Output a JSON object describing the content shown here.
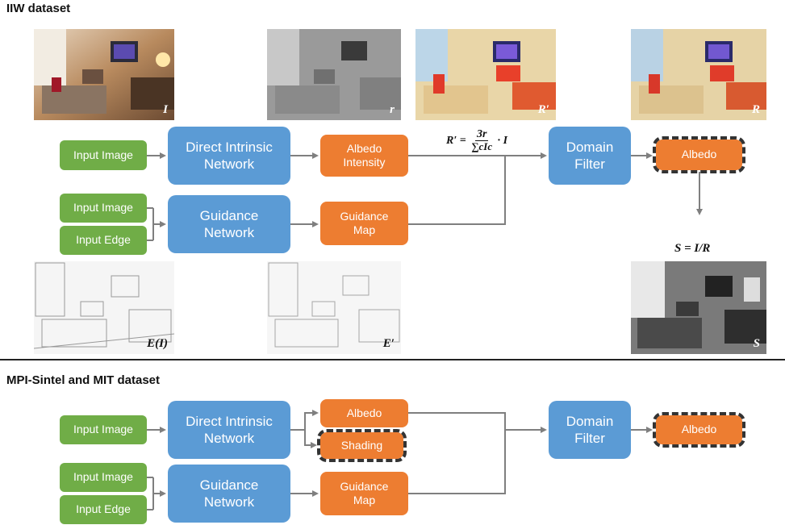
{
  "iiw": {
    "title": "IIW dataset",
    "input_image": "Input Image",
    "input_image_2": "Input Image",
    "input_edge": "Input Edge",
    "direct_network": [
      "Direct Intrinsic",
      "Network"
    ],
    "guidance_network": [
      "Guidance",
      "Network"
    ],
    "albedo_intensity": [
      "Albedo",
      "Intensity"
    ],
    "guidance_map": [
      "Guidance",
      "Map"
    ],
    "domain_filter": [
      "Domain",
      "Filter"
    ],
    "albedo": "Albedo",
    "eq_r_prime": {
      "lhs": "R′ =",
      "num": "3r",
      "den": "∑cIc",
      "rhs": "· I"
    },
    "eq_s": "S = I/R",
    "image_labels": {
      "input": "I",
      "intensity": "r",
      "r_prime": "R′",
      "r": "R",
      "edge_input": "E(I)",
      "edge_prime": "E′",
      "shading": "S"
    }
  },
  "mpi": {
    "title": "MPI-Sintel and MIT dataset",
    "input_image": "Input Image",
    "input_image_2": "Input Image",
    "input_edge": "Input Edge",
    "direct_network": [
      "Direct Intrinsic",
      "Network"
    ],
    "guidance_network": [
      "Guidance",
      "Network"
    ],
    "albedo_out": "Albedo",
    "shading_out": "Shading",
    "guidance_map": [
      "Guidance",
      "Map"
    ],
    "domain_filter": [
      "Domain",
      "Filter"
    ],
    "albedo": "Albedo"
  },
  "colors": {
    "green": "#70ad47",
    "blue": "#5b9bd5",
    "orange": "#ed7d31",
    "arrow": "#7f7f7f"
  }
}
